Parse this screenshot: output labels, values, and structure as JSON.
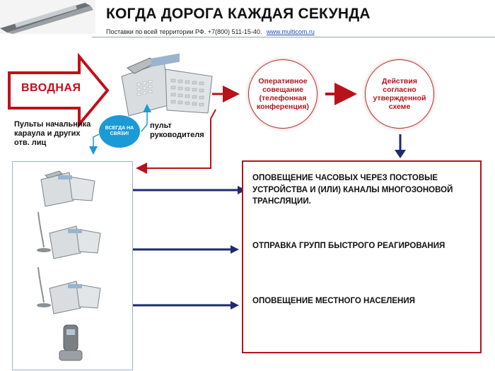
{
  "header": {
    "title": "КОГДА ДОРОГА КАЖДАЯ СЕКУНДА",
    "subtitle": "Поставки по всей территории РФ. +7(800) 511-15-40.",
    "link": "www.multicom.ru"
  },
  "intro": {
    "arrow_label": "ВВОДНАЯ"
  },
  "badges": {
    "always_connected": "ВСЕГДА НА СВЯЗИ!"
  },
  "labels": {
    "chief_console": "пульт руководителя",
    "guard_consoles": "Пульты начальника караула и других отв. лиц"
  },
  "circles": {
    "meeting": "Оперативное совещание (телефонная конференция)",
    "actions": "Действия согласно утвержденной схеме"
  },
  "actions": [
    {
      "text": "ОПОВЕЩЕНИЕ ЧАСОВЫХ ЧЕРЕЗ ПОСТОВЫЕ УСТРОЙСТВА И (ИЛИ) КАНАЛЫ МНОГОЗОНОВОЙ ТРАНСЛЯЦИИ."
    },
    {
      "text": "ОТПРАВКА ГРУПП БЫСТРОГО РЕАГИРОВАНИЯ"
    },
    {
      "text": "ОПОВЕЩЕНИЕ МЕСТНОГО НАСЕЛЕНИЯ"
    }
  ],
  "colors": {
    "accent_red": "#b8121b",
    "navy_arrow": "#1f2a6e",
    "cyan": "#1a9ad6"
  },
  "icons": [
    "pen-icon",
    "desk-phone-icon",
    "phone-with-microphone-icon",
    "cordless-phone-icon"
  ]
}
